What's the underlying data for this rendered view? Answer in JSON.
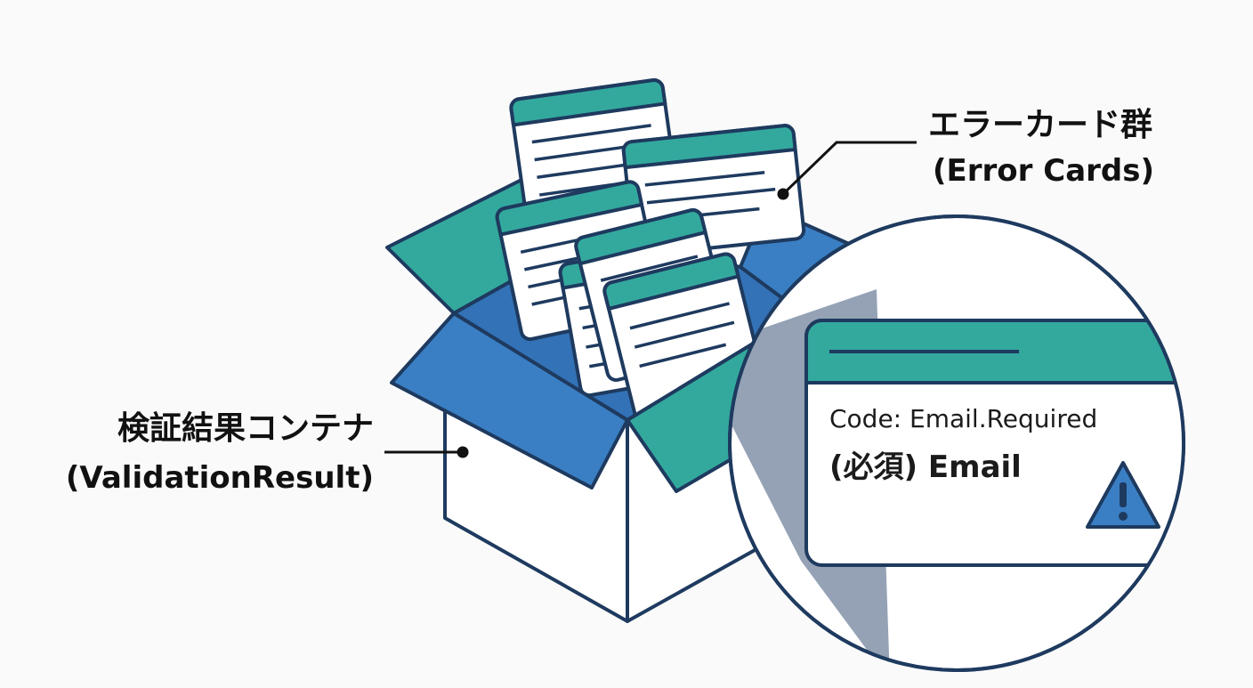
{
  "labels": {
    "container_jp": "検証結果コンテナ",
    "container_en": "(ValidationResult)",
    "cards_jp": "エラーカード群",
    "cards_en": "(Error Cards)"
  },
  "zoom_card": {
    "code_line": "Code: Email.Required",
    "message_line": "(必須) Email",
    "warning_icon": "warning-triangle-icon"
  },
  "colors": {
    "teal": "#33a99e",
    "blue": "#3a7fc4",
    "blue_dark": "#3372b6",
    "outline": "#1e3a5f",
    "card_body": "#ffffff",
    "lens_shadow": "#7e8ea5"
  }
}
